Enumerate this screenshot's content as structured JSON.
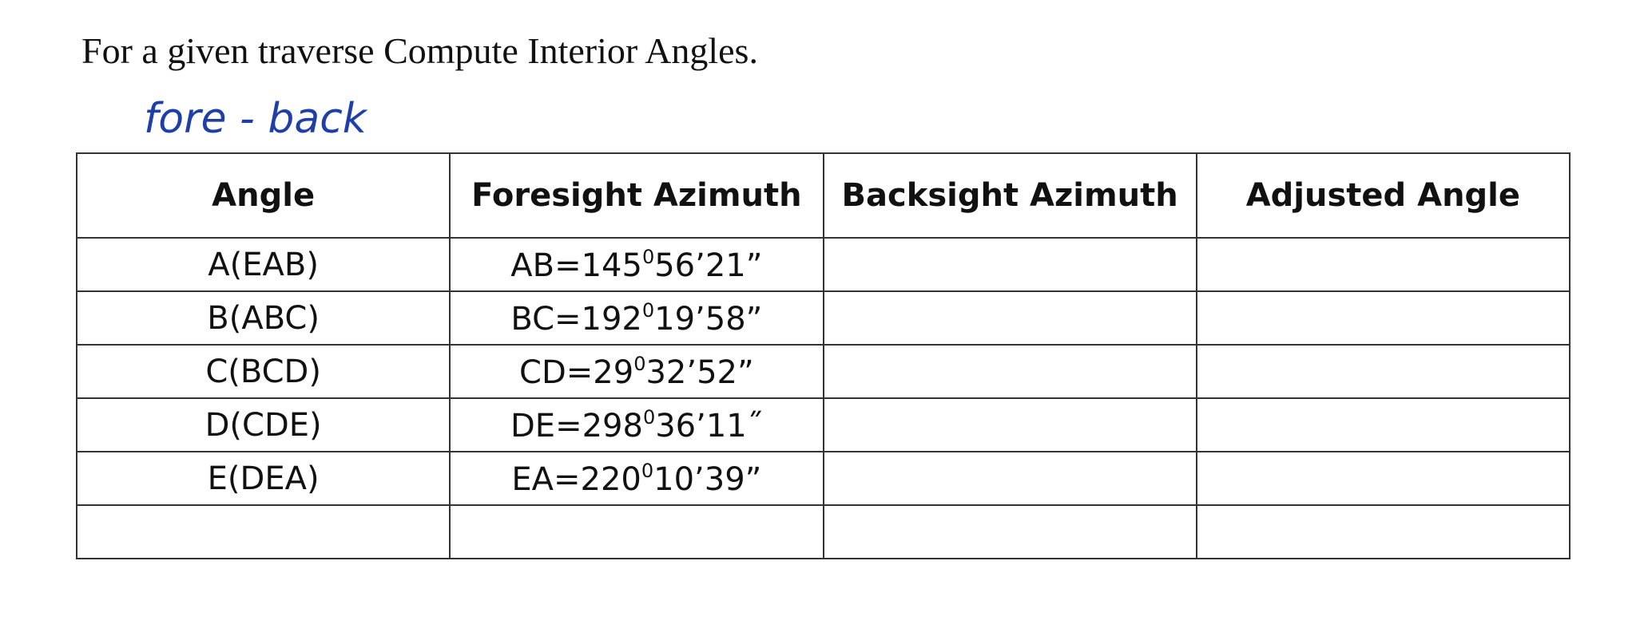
{
  "instruction": "For a given traverse Compute Interior Angles.",
  "annotation": "fore - back",
  "table": {
    "headers": [
      "Angle",
      "Foresight Azimuth",
      "Backsight Azimuth",
      "Adjusted Angle"
    ],
    "rows": [
      {
        "angle": "A(EAB)",
        "fs_base": "AB=145",
        "fs_sup": "0",
        "fs_rest": "56’21”",
        "bs": "",
        "adj": ""
      },
      {
        "angle": "B(ABC)",
        "fs_base": "BC=192",
        "fs_sup": "0",
        "fs_rest": "19’58”",
        "bs": "",
        "adj": ""
      },
      {
        "angle": "C(BCD)",
        "fs_base": "CD=29",
        "fs_sup": "0",
        "fs_rest": "32’52”",
        "bs": "",
        "adj": ""
      },
      {
        "angle": "D(CDE)",
        "fs_base": "DE=298",
        "fs_sup": "0",
        "fs_rest": "36’11˝",
        "bs": "",
        "adj": ""
      },
      {
        "angle": "E(DEA)",
        "fs_base": "EA=220",
        "fs_sup": "0",
        "fs_rest": "10’39”",
        "bs": "",
        "adj": ""
      },
      {
        "angle": "",
        "fs_base": "",
        "fs_sup": "",
        "fs_rest": "",
        "bs": "",
        "adj": ""
      }
    ]
  },
  "colors": {
    "ink": "#1f3fa8",
    "text": "#111111",
    "border": "#333333"
  }
}
